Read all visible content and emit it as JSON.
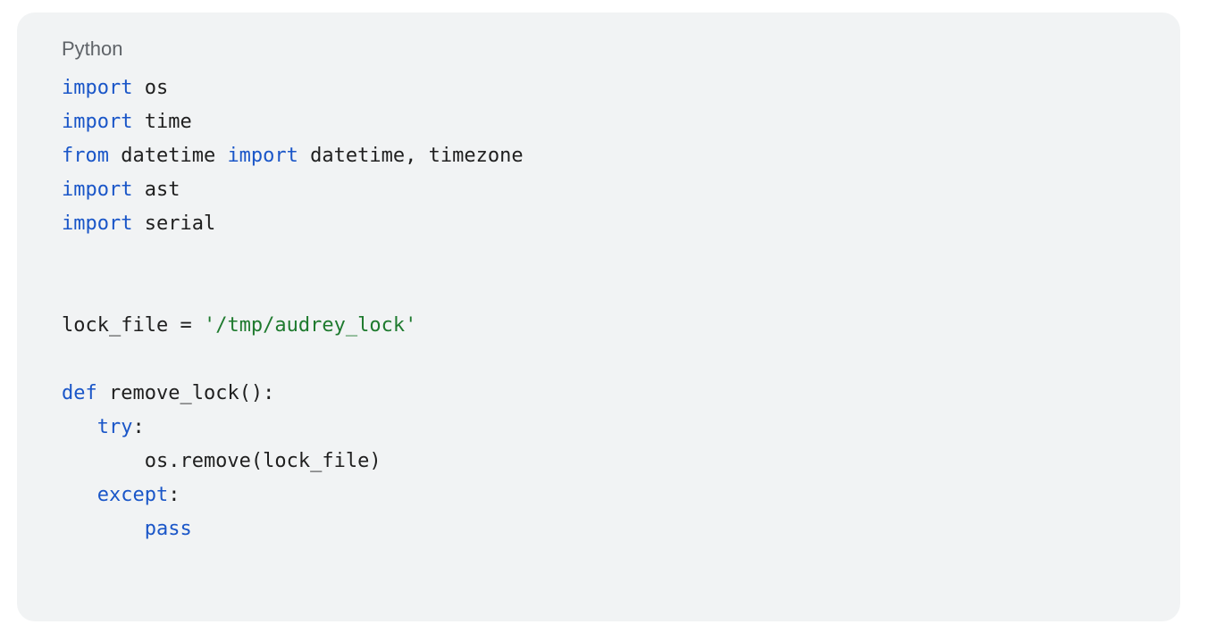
{
  "code_block": {
    "language": "Python",
    "colors": {
      "background": "#f1f3f4",
      "keyword": "#1a56c8",
      "string": "#1e7a2e",
      "plain": "#1f1f1f",
      "label": "#5f6368"
    },
    "lines": [
      [
        {
          "t": "kw",
          "v": "import"
        },
        {
          "t": "plain",
          "v": " os"
        }
      ],
      [
        {
          "t": "kw",
          "v": "import"
        },
        {
          "t": "plain",
          "v": " time"
        }
      ],
      [
        {
          "t": "kw",
          "v": "from"
        },
        {
          "t": "plain",
          "v": " datetime "
        },
        {
          "t": "kw",
          "v": "import"
        },
        {
          "t": "plain",
          "v": " datetime, timezone"
        }
      ],
      [
        {
          "t": "kw",
          "v": "import"
        },
        {
          "t": "plain",
          "v": " ast"
        }
      ],
      [
        {
          "t": "kw",
          "v": "import"
        },
        {
          "t": "plain",
          "v": " serial"
        }
      ],
      [],
      [],
      [
        {
          "t": "plain",
          "v": "lock_file = "
        },
        {
          "t": "str",
          "v": "'/tmp/audrey_lock'"
        }
      ],
      [],
      [
        {
          "t": "kw",
          "v": "def"
        },
        {
          "t": "plain",
          "v": " remove_lock():"
        }
      ],
      [
        {
          "t": "plain",
          "v": "   "
        },
        {
          "t": "kw",
          "v": "try"
        },
        {
          "t": "plain",
          "v": ":"
        }
      ],
      [
        {
          "t": "plain",
          "v": "       os.remove(lock_file)"
        }
      ],
      [
        {
          "t": "plain",
          "v": "   "
        },
        {
          "t": "kw",
          "v": "except"
        },
        {
          "t": "plain",
          "v": ":"
        }
      ],
      [
        {
          "t": "plain",
          "v": "       "
        },
        {
          "t": "kw",
          "v": "pass"
        }
      ]
    ]
  }
}
